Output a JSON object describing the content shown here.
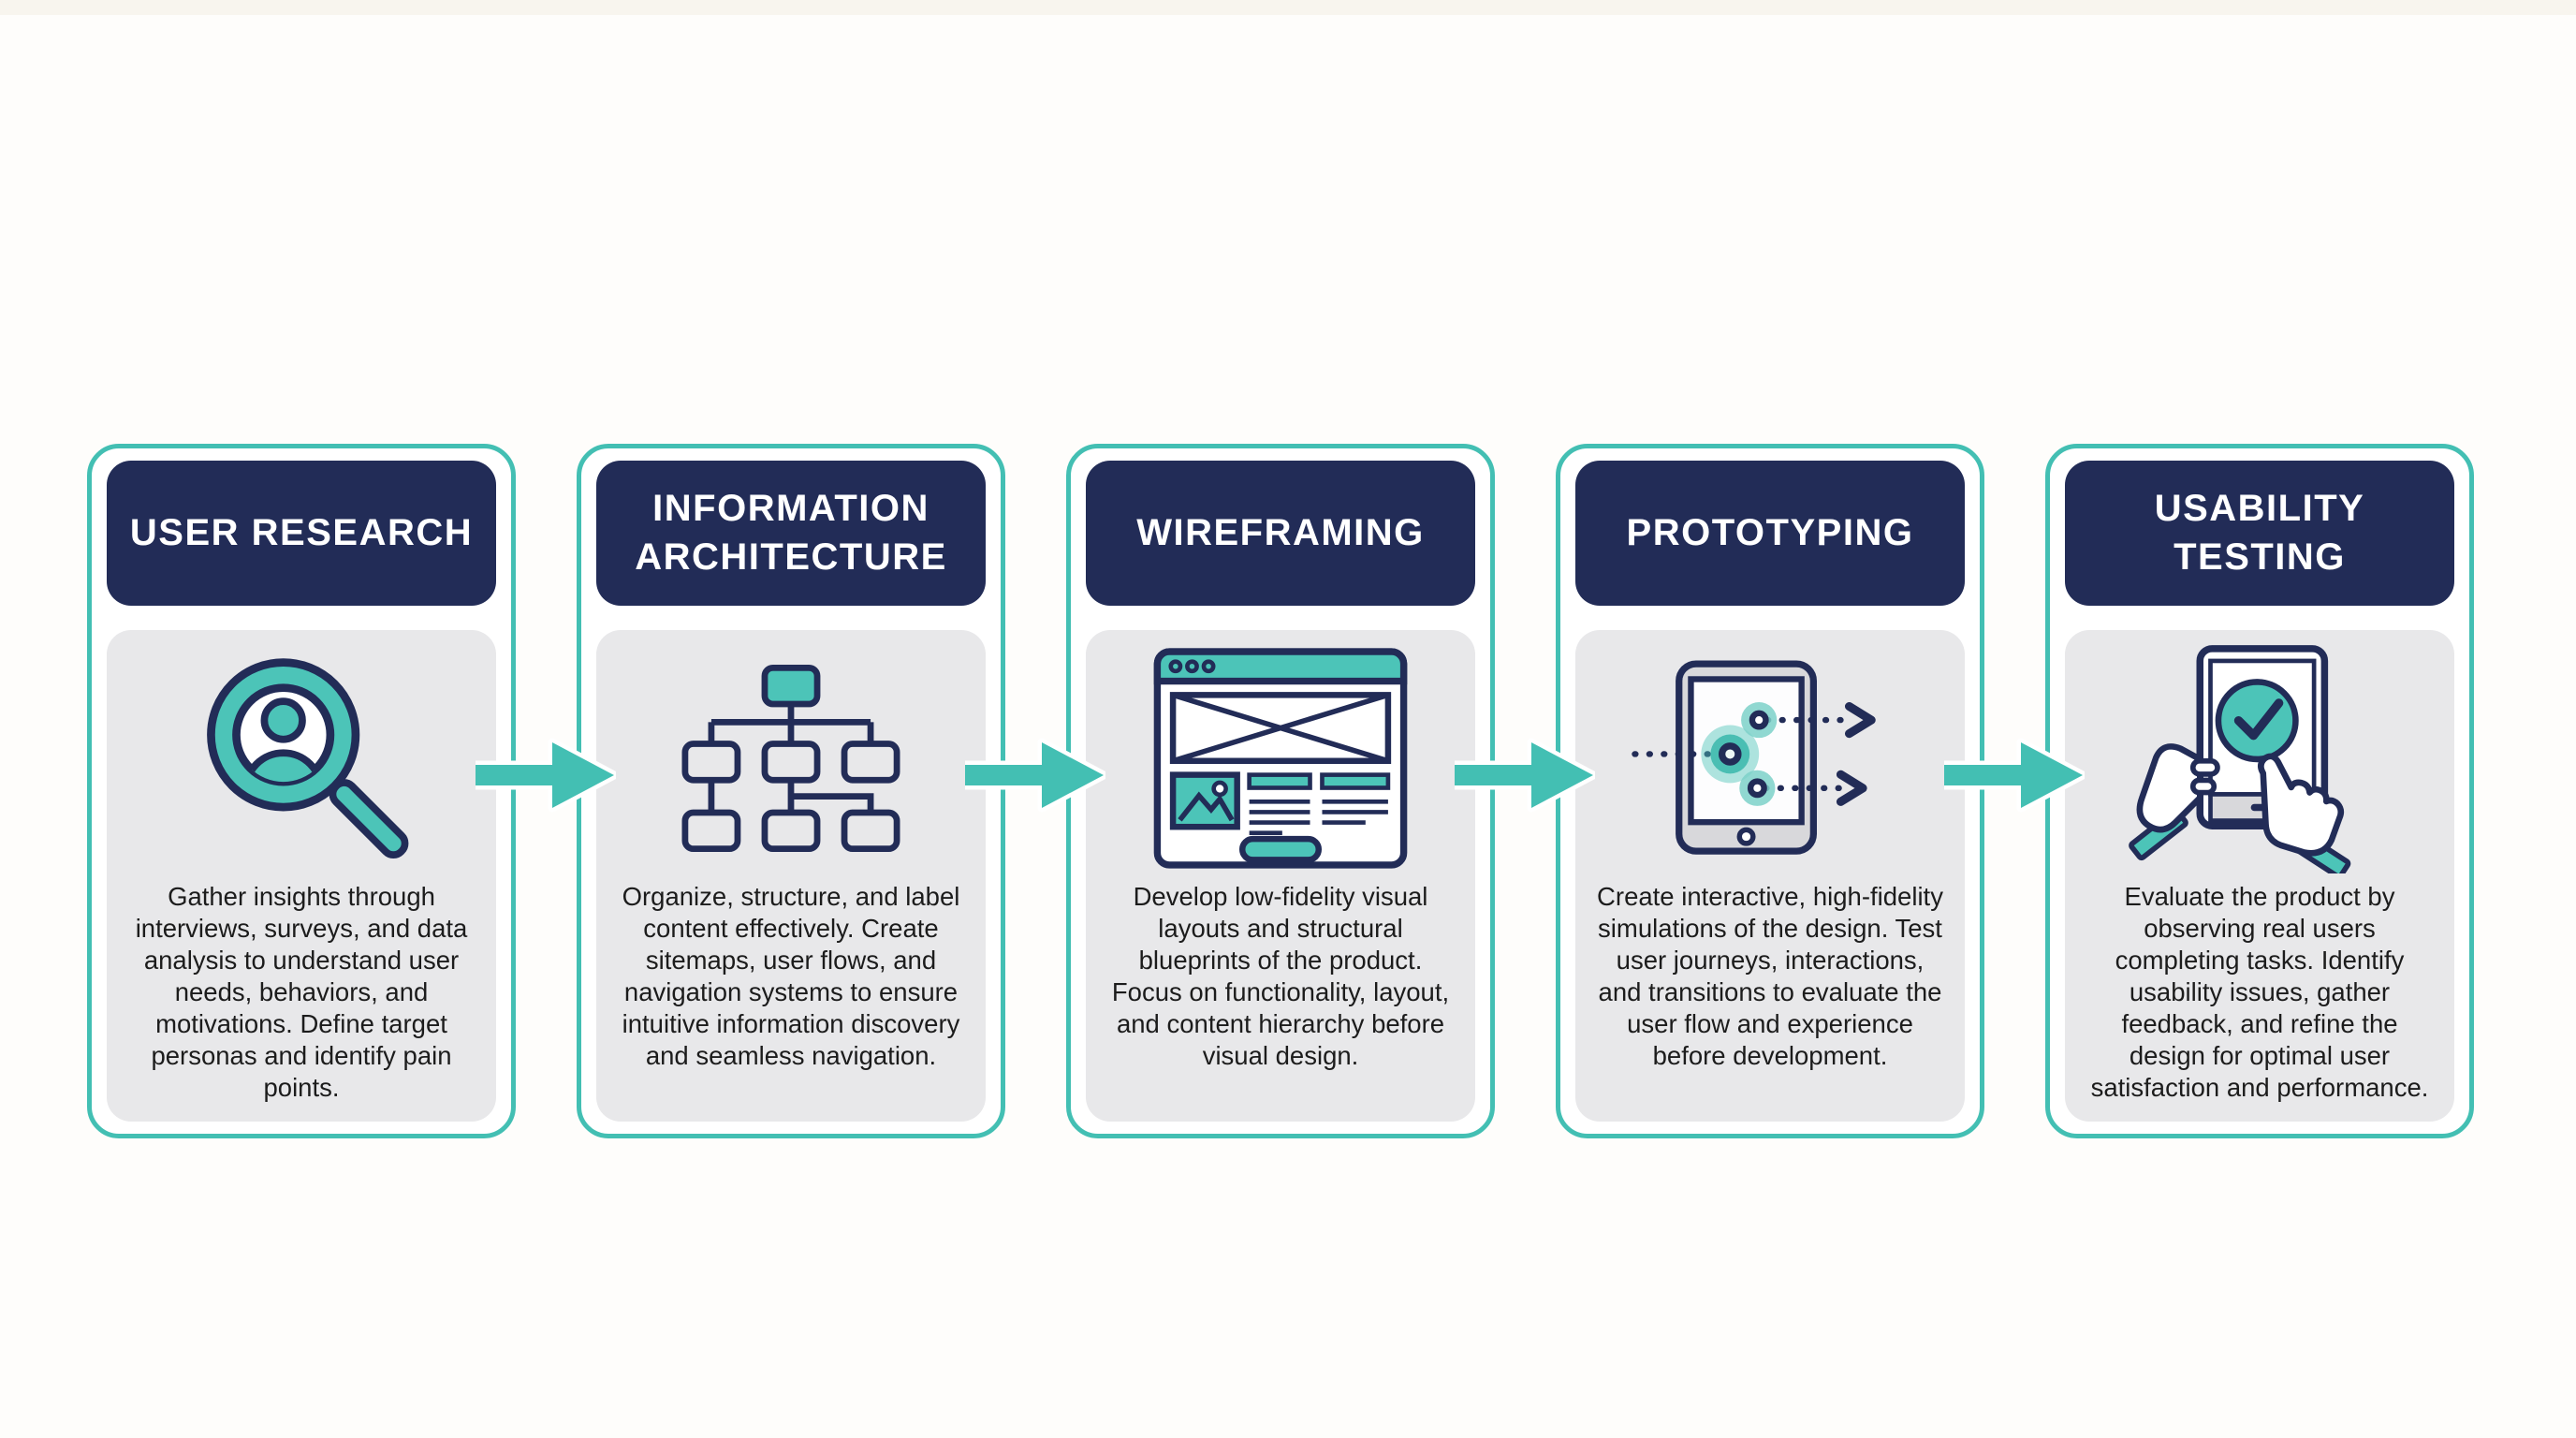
{
  "page": {
    "background": "#fefdfb",
    "type": "ux-design-process-infographic"
  },
  "colors": {
    "teal_accent": "#43bfb3",
    "teal_fill": "#4cc4b8",
    "teal_light": "#8fd8d0",
    "navy": "#222c57",
    "panel_gray": "#e8e8ea",
    "bezel_gray": "#d8d8db",
    "text_dark": "#1c1c1c",
    "white": "#ffffff"
  },
  "flow": {
    "arrow_count": 4,
    "arrow_color": "#43bfb3",
    "direction": "left-to-right"
  },
  "stages": [
    {
      "title": "USER RESEARCH",
      "icon": "user-research-magnifier-icon",
      "description": "Gather insights through interviews, surveys, and data analysis to understand user needs, behaviors, and motivations. Define target personas and identify pain points."
    },
    {
      "title": "INFORMATION ARCHITECTURE",
      "icon": "sitemap-hierarchy-icon",
      "description": "Organize, structure, and label content effectively. Create sitemaps, user flows, and navigation systems to ensure intuitive information discovery and seamless navigation."
    },
    {
      "title": "WIREFRAMING",
      "icon": "browser-wireframe-icon",
      "description": "Develop low-fidelity visual layouts and structural blueprints of the product. Focus on functionality, layout, and content hierarchy before visual design."
    },
    {
      "title": "PROTOTYPING",
      "icon": "tablet-interaction-flow-icon",
      "description": "Create interactive, high-fidelity simulations of the design. Test user journeys, interactions, and transitions to evaluate the user flow and experience before development."
    },
    {
      "title": "USABILITY TESTING",
      "icon": "hands-tablet-checkmark-icon",
      "description": "Evaluate the product by observing real users completing tasks. Identify usability issues, gather feedback, and refine the design for optimal user satisfaction and performance."
    }
  ]
}
